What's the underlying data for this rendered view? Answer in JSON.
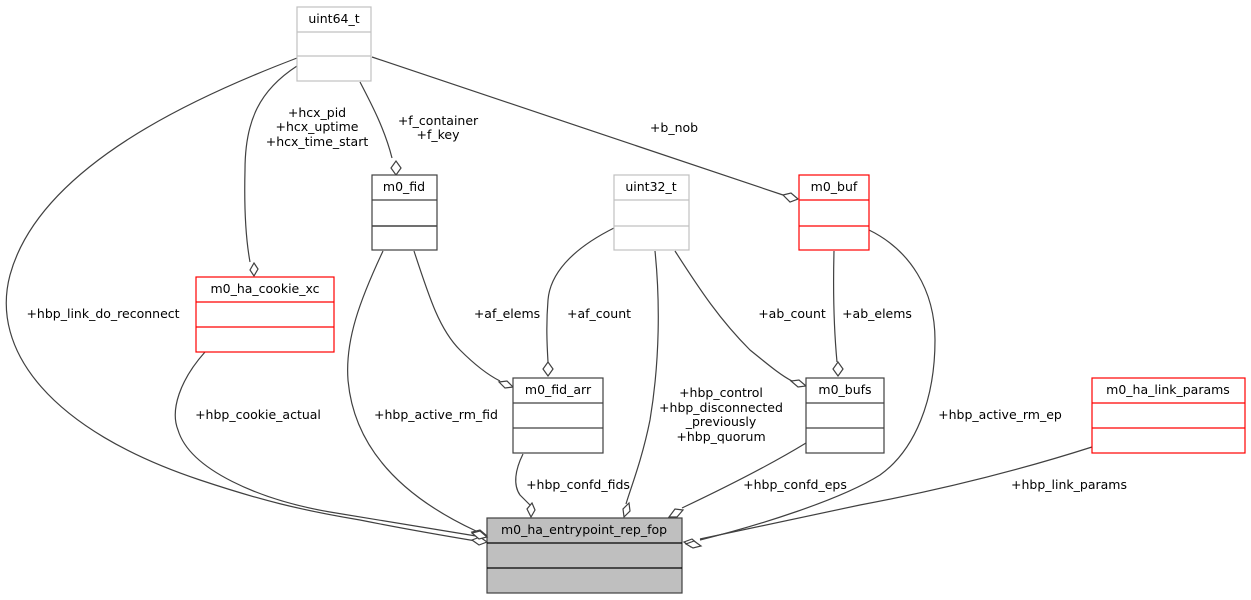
{
  "diagram": {
    "type": "collaboration-graph",
    "colors": {
      "main_fill": "#bfbfbf",
      "main_border": "#404040",
      "normal_border": "#404040",
      "external_border": "#c0c0c0",
      "undocumented_border": "#ff0000",
      "edge": "#404040",
      "background": "#ffffff"
    },
    "nodes": [
      {
        "id": "uint64_t",
        "label": "uint64_t",
        "style": "external"
      },
      {
        "id": "m0_fid",
        "label": "m0_fid",
        "style": "normal"
      },
      {
        "id": "uint32_t",
        "label": "uint32_t",
        "style": "external"
      },
      {
        "id": "m0_buf",
        "label": "m0_buf",
        "style": "undocumented"
      },
      {
        "id": "m0_ha_cookie_xc",
        "label": "m0_ha_cookie_xc",
        "style": "undocumented"
      },
      {
        "id": "m0_fid_arr",
        "label": "m0_fid_arr",
        "style": "normal"
      },
      {
        "id": "m0_bufs",
        "label": "m0_bufs",
        "style": "normal"
      },
      {
        "id": "m0_ha_link_params",
        "label": "m0_ha_link_params",
        "style": "undocumented"
      },
      {
        "id": "m0_ha_entrypoint_rep_fop",
        "label": "m0_ha_entrypoint_rep_fop",
        "style": "main"
      }
    ],
    "edges": [
      {
        "from": "uint64_t",
        "to": "m0_ha_cookie_xc",
        "labels": [
          "+hcx_pid",
          "+hcx_uptime",
          "+hcx_time_start"
        ]
      },
      {
        "from": "uint64_t",
        "to": "m0_fid",
        "labels": [
          "+f_container",
          "+f_key"
        ]
      },
      {
        "from": "uint64_t",
        "to": "m0_buf",
        "labels": [
          "+b_nob"
        ]
      },
      {
        "from": "uint64_t",
        "to": "m0_ha_entrypoint_rep_fop",
        "labels": [
          "+hbp_link_do_reconnect"
        ]
      },
      {
        "from": "m0_ha_cookie_xc",
        "to": "m0_ha_entrypoint_rep_fop",
        "labels": [
          "+hbp_cookie_actual"
        ]
      },
      {
        "from": "m0_fid",
        "to": "m0_ha_entrypoint_rep_fop",
        "labels": [
          "+hbp_active_rm_fid"
        ]
      },
      {
        "from": "m0_fid",
        "to": "m0_fid_arr",
        "labels": [
          "+af_elems"
        ]
      },
      {
        "from": "uint32_t",
        "to": "m0_fid_arr",
        "labels": [
          "+af_count"
        ]
      },
      {
        "from": "uint32_t",
        "to": "m0_ha_entrypoint_rep_fop",
        "labels": [
          "+hbp_control",
          "+hbp_disconnected",
          "_previously",
          "+hbp_quorum"
        ]
      },
      {
        "from": "uint32_t",
        "to": "m0_bufs",
        "labels": [
          "+ab_count"
        ]
      },
      {
        "from": "m0_buf",
        "to": "m0_bufs",
        "labels": [
          "+ab_elems"
        ]
      },
      {
        "from": "m0_buf",
        "to": "m0_ha_entrypoint_rep_fop",
        "labels": [
          "+hbp_active_rm_ep"
        ]
      },
      {
        "from": "m0_fid_arr",
        "to": "m0_ha_entrypoint_rep_fop",
        "labels": [
          "+hbp_confd_fids"
        ]
      },
      {
        "from": "m0_bufs",
        "to": "m0_ha_entrypoint_rep_fop",
        "labels": [
          "+hbp_confd_eps"
        ]
      },
      {
        "from": "m0_ha_link_params",
        "to": "m0_ha_entrypoint_rep_fop",
        "labels": [
          "+hbp_link_params"
        ]
      }
    ]
  }
}
